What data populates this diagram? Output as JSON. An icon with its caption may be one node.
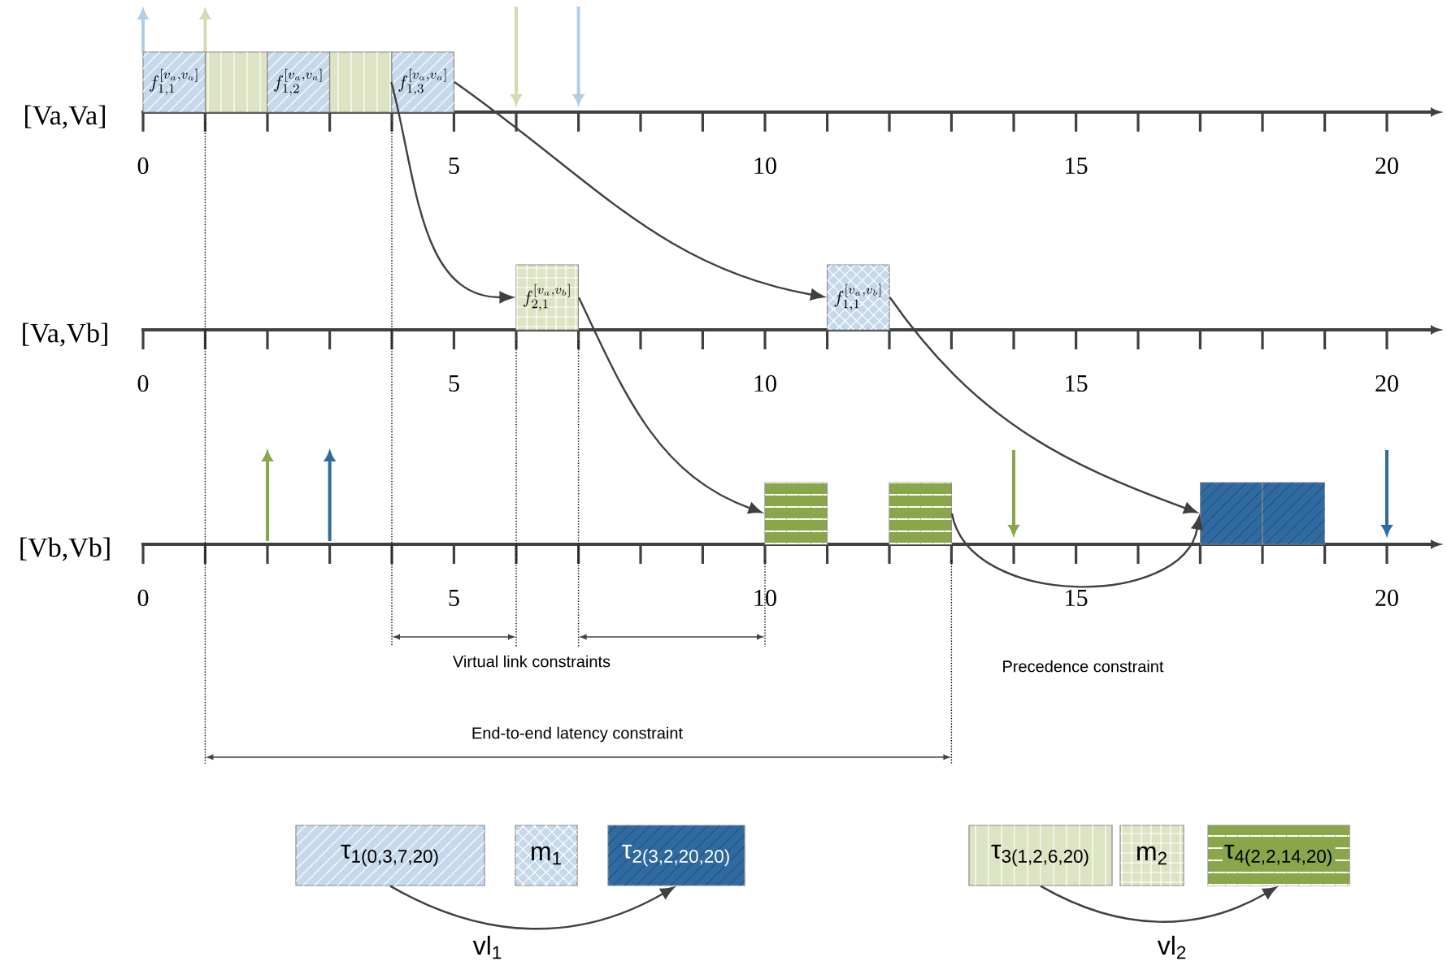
{
  "diagram": {
    "nodes": [
      {
        "text": [
          "f^{[v_a,v_a]}_{1,1}"
        ]
      },
      {
        "text": [],
        "shape": "box"
      },
      {
        "text": [
          "f^{[v_a,v_a]}_{1,2}"
        ]
      },
      {
        "text": [],
        "shape": "box"
      },
      {
        "text": [
          "f^{[v_a,v_a]}_{1,3}"
        ]
      },
      {
        "text": [
          "f^{[v_a,v_b]}_{2,1}"
        ]
      },
      {
        "text": [
          "f^{[v_a,v_b]}_{1,1}"
        ]
      },
      {
        "text": [],
        "shape": "box"
      },
      {
        "text": [],
        "shape": "box"
      },
      {
        "text": [],
        "shape": "box"
      },
      {
        "text": [],
        "shape": "box"
      },
      {
        "text": [
          "τ$_{1(0,3,7,20)}$"
        ]
      },
      {
        "text": [
          "m$_{1}$"
        ]
      },
      {
        "text": [
          "τ$_{2(3,2,20,20)}$"
        ]
      },
      {
        "text": [
          "τ$_{3(1,2,6,20)}$"
        ]
      },
      {
        "text": [
          "m$_{2}$"
        ]
      },
      {
        "text": [
          "τ$_{4(2,2,14,20)}$"
        ]
      }
    ],
    "edges": [
      {
        "from": 4,
        "to": 5,
        "arrow": "to"
      },
      {
        "from": 4,
        "to": 6,
        "arrow": "to"
      },
      {
        "from": 5,
        "to": 7,
        "arrow": "to"
      },
      {
        "from": 6,
        "to": 9,
        "arrow": "to"
      },
      {
        "from": 8,
        "to": 9,
        "arrow": "to"
      },
      {
        "from": 11,
        "to": 13,
        "arrow": "to",
        "label": "vl$_{1}$"
      },
      {
        "from": 14,
        "to": 16,
        "arrow": "to",
        "label": "vl$_{2}$"
      }
    ],
    "labels": [
      "[Va,Va]",
      "0",
      "5",
      "10",
      "15",
      "20",
      "[Va,Vb]",
      "0",
      "5",
      "10",
      "15",
      "20",
      "[Vb,Vb]",
      "0",
      "5",
      "10",
      "15",
      "20",
      "Virtual link constraints",
      "Precedence constraint",
      "End-to-end latency constraint"
    ]
  }
}
